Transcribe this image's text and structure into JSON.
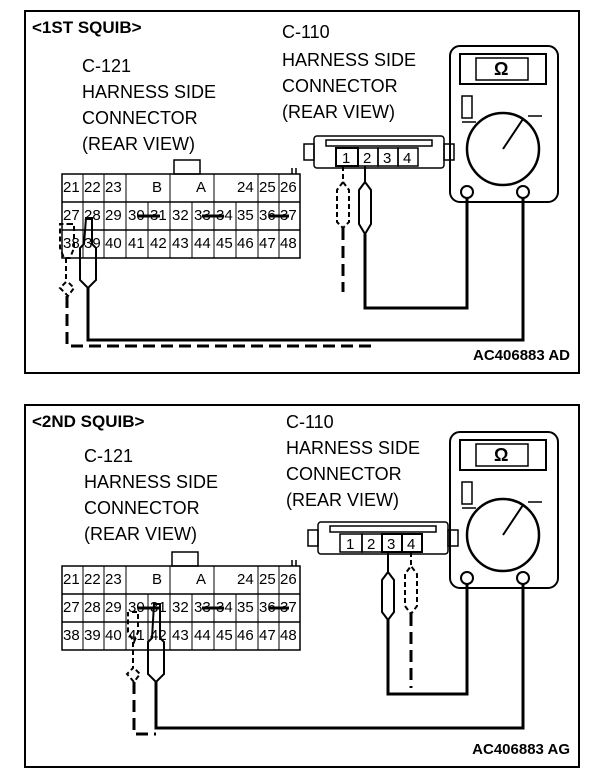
{
  "panels": [
    {
      "heading": "<1ST SQUIB>",
      "left_connector": {
        "id": "C-121",
        "line1": "HARNESS SIDE",
        "line2": "CONNECTOR",
        "line3": "(REAR VIEW)",
        "row1": [
          "21",
          "22",
          "23",
          "B",
          "A",
          "24",
          "25",
          "26"
        ],
        "row2": [
          "27",
          "28",
          "29",
          "30",
          "31",
          "32",
          "33",
          "34",
          "35",
          "36",
          "37"
        ],
        "row3": [
          "38",
          "39",
          "40",
          "41",
          "42",
          "43",
          "44",
          "45",
          "46",
          "47",
          "48"
        ]
      },
      "right_connector": {
        "id": "C-110",
        "line1": "HARNESS SIDE",
        "line2": "CONNECTOR",
        "line3": "(REAR VIEW)",
        "pins": [
          "1",
          "2",
          "3",
          "4"
        ]
      },
      "meter_symbol": "Ω",
      "code": "AC406883 AD"
    },
    {
      "heading": "<2ND SQUIB>",
      "left_connector": {
        "id": "C-121",
        "line1": "HARNESS SIDE",
        "line2": "CONNECTOR",
        "line3": "(REAR VIEW)",
        "row1": [
          "21",
          "22",
          "23",
          "B",
          "A",
          "24",
          "25",
          "26"
        ],
        "row2": [
          "27",
          "28",
          "29",
          "30",
          "31",
          "32",
          "33",
          "34",
          "35",
          "36",
          "37"
        ],
        "row3": [
          "38",
          "39",
          "40",
          "41",
          "42",
          "43",
          "44",
          "45",
          "46",
          "47",
          "48"
        ]
      },
      "right_connector": {
        "id": "C-110",
        "line1": "HARNESS SIDE",
        "line2": "CONNECTOR",
        "line3": "(REAR VIEW)",
        "pins": [
          "1",
          "2",
          "3",
          "4"
        ]
      },
      "meter_symbol": "Ω",
      "code": "AC406883 AG"
    }
  ]
}
